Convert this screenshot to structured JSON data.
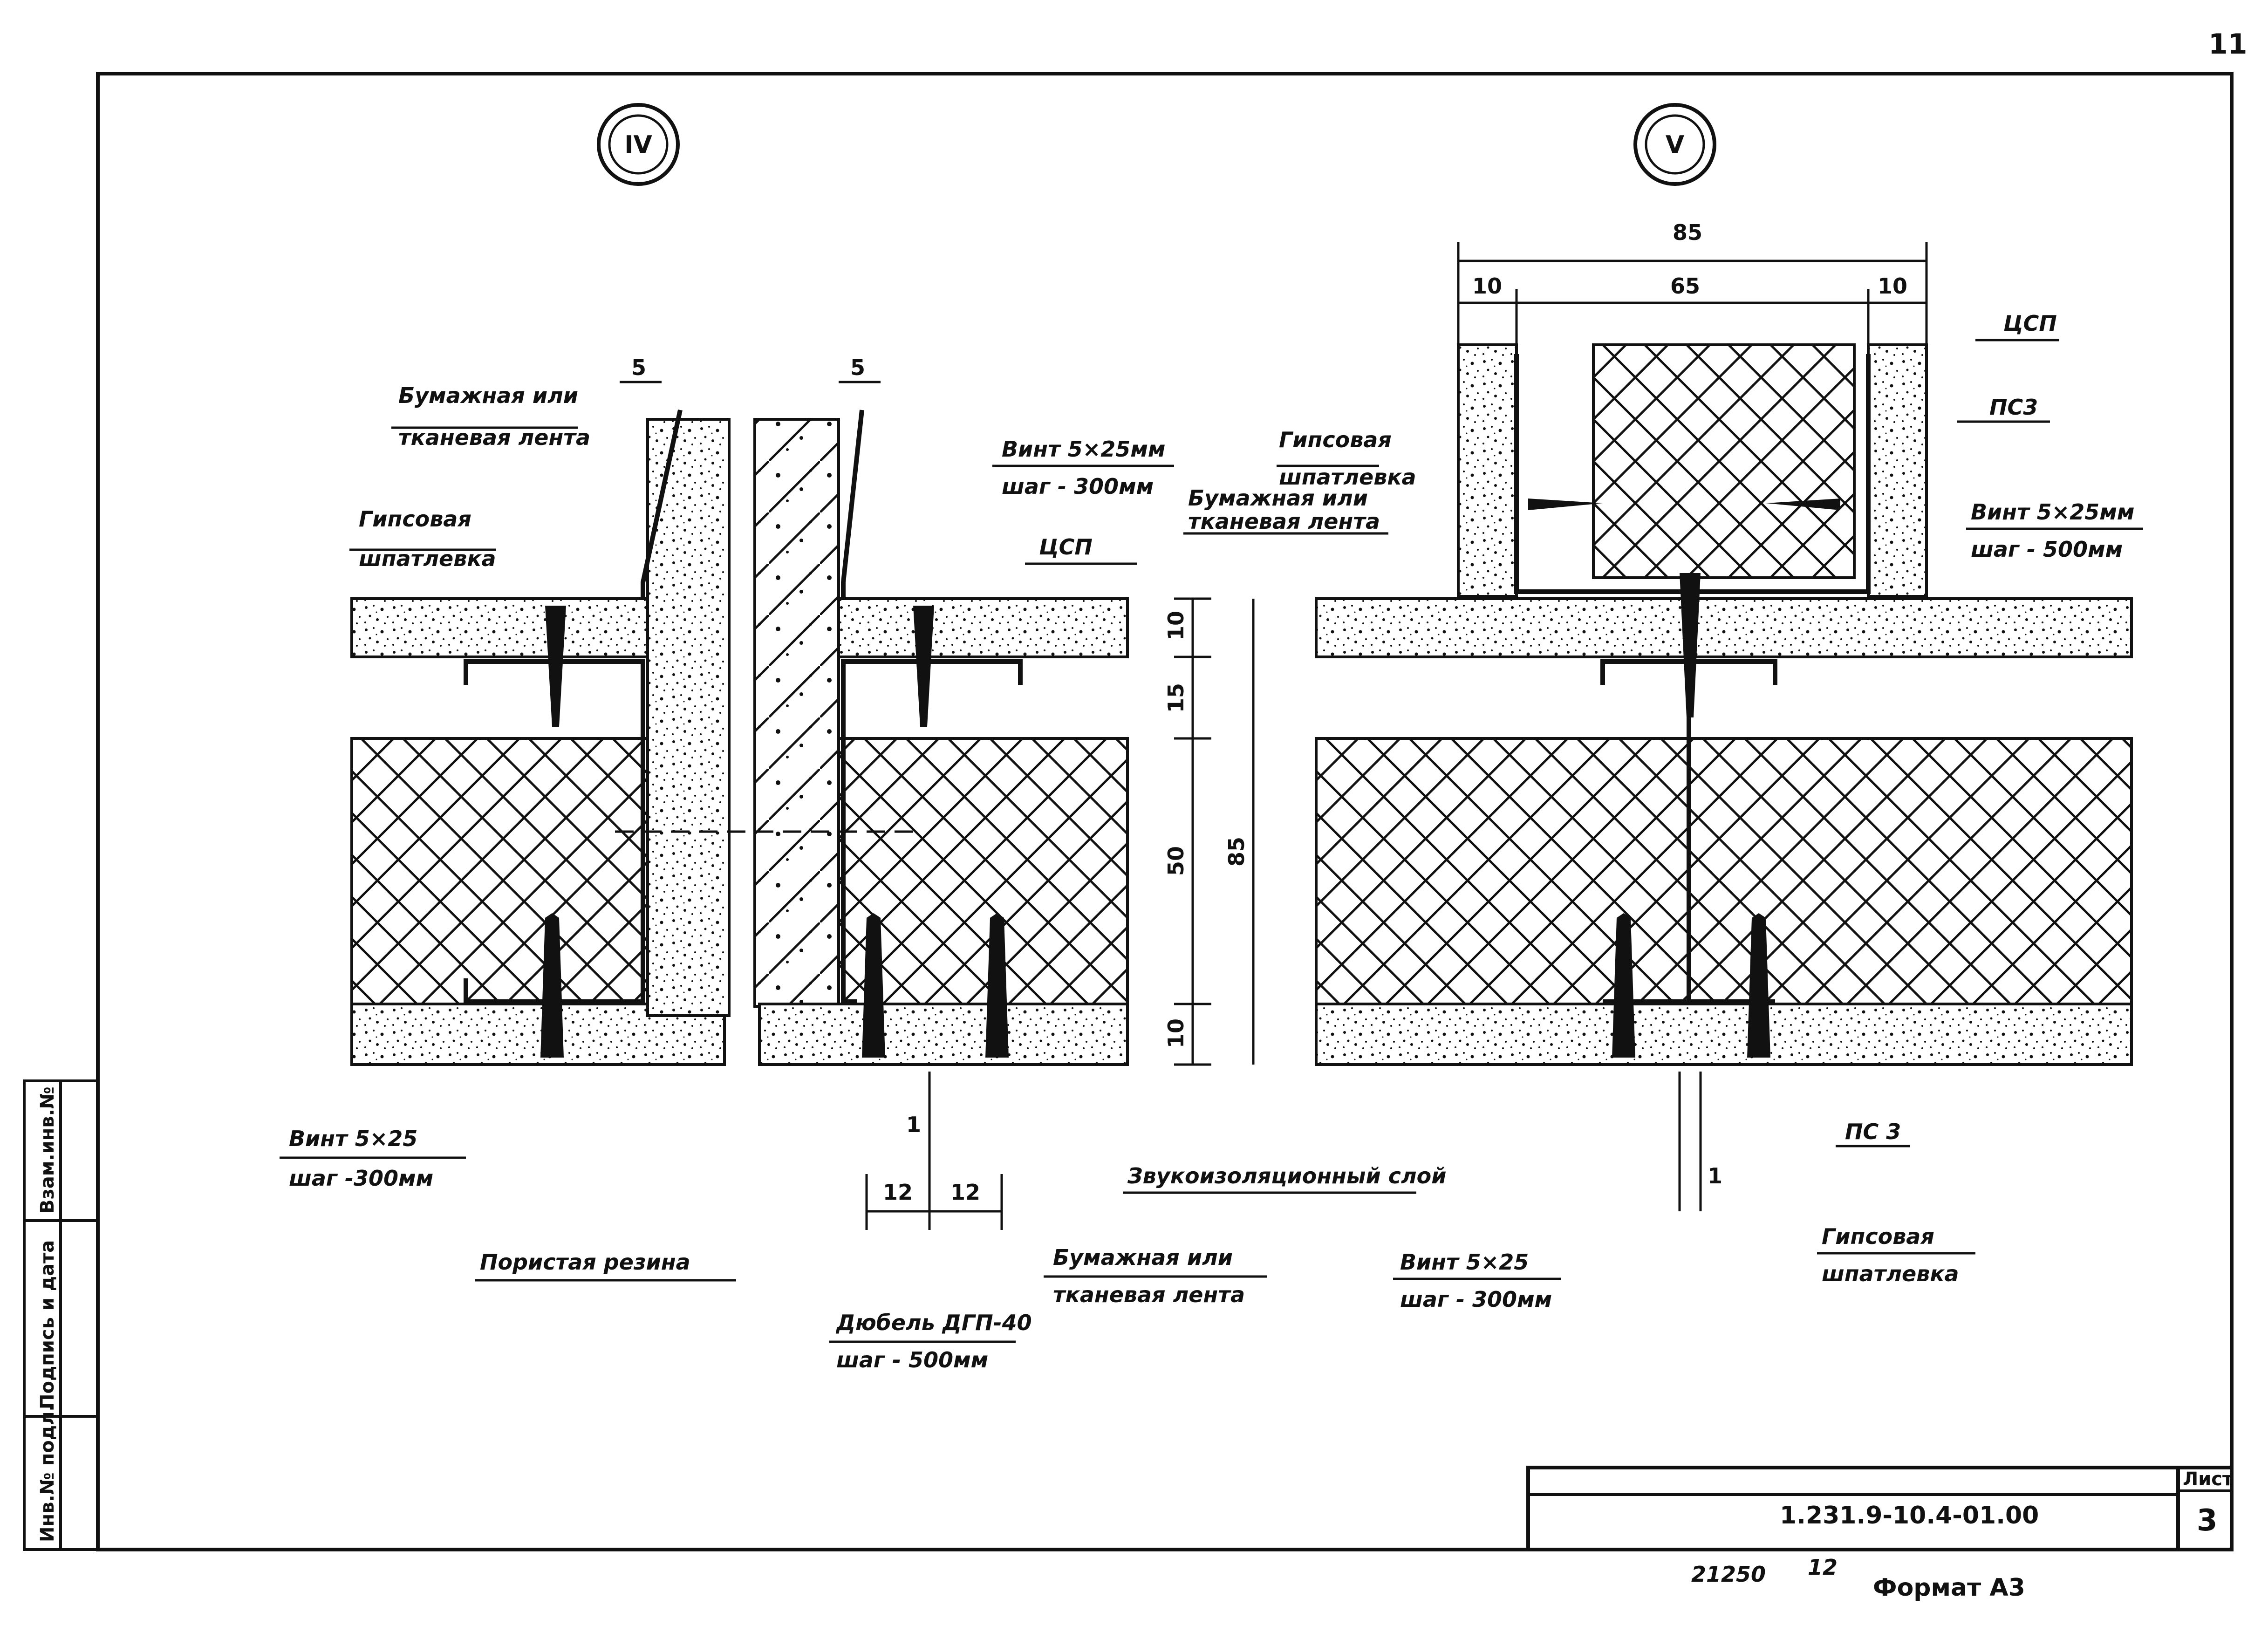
{
  "page_number": "11",
  "details": {
    "left_marker": "IV",
    "right_marker": "V"
  },
  "labels": {
    "tape_left_1": "Бумажная или",
    "tape_left_2": "тканевая лента",
    "putty_left_1": "Гипсовая",
    "putty_left_2": "шпатлевка",
    "screw_mid_1": "Винт 5×25мм",
    "screw_mid_2": "шаг - 300мм",
    "tsp_mid": "ЦСП",
    "screw_low_1": "Винт 5×25",
    "screw_low_2": "шаг -300мм",
    "porous_rubber": "Пористая резина",
    "dowel_1": "Дюбель ДГП-40",
    "dowel_2": "шаг - 500мм",
    "sound_layer": "Звукоизоляционный слой",
    "tape_mid_1": "Бумажная или",
    "tape_mid_2": "тканевая лента",
    "putty_right_1": "Гипсовая",
    "putty_right_2": "шпатлевка",
    "tape_right_1": "Бумажная или",
    "tape_right_2": "тканевая лента",
    "tsp_right": "ЦСП",
    "ps3_top": "ПС3",
    "screw_right_1": "Винт 5×25мм",
    "screw_right_2": "шаг - 500мм",
    "ps3_bottom": "ПС 3",
    "putty_bottom_1": "Гипсовая",
    "putty_bottom_2": "шпатлевка",
    "screw_bottom_1": "Винт 5×25",
    "screw_bottom_2": "шаг - 300мм"
  },
  "dimensions": {
    "d5_left": "5",
    "d5_right": "5",
    "d10_top": "10",
    "d15": "15",
    "d50": "50",
    "d10_bottom": "10",
    "d85_vertical": "85",
    "d1_left": "1",
    "d12_a": "12",
    "d12_b": "12",
    "d85_top": "85",
    "d10_a": "10",
    "d65": "65",
    "d10_b": "10",
    "d1_right": "1"
  },
  "side_stamp": {
    "col1": "Инв.№ подл.",
    "col2": "Подпись и дата",
    "col3": "Взам.инв.№"
  },
  "title_block": {
    "code": "1.231.9-10.4-01.00",
    "sheet_label": "Лист",
    "sheet_number": "3"
  },
  "footer": {
    "handwritten_1": "21250",
    "handwritten_2": "12",
    "format": "Формат А3"
  }
}
